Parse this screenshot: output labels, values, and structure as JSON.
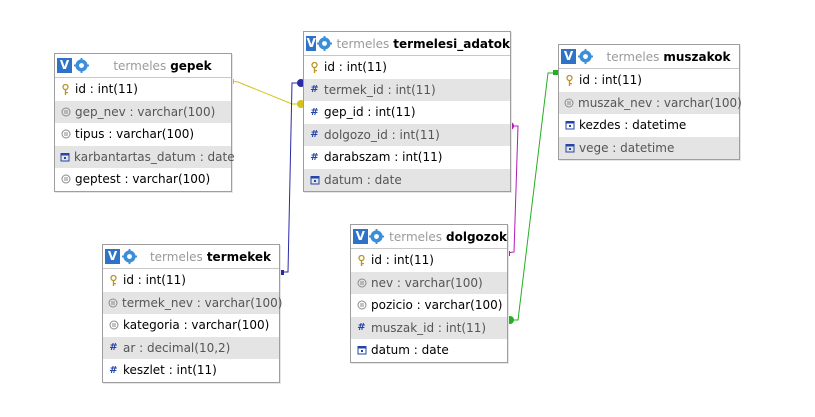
{
  "tables": {
    "gepek": {
      "db": "termeles",
      "name": "gepek",
      "columns": [
        {
          "icon": "primary-key-icon",
          "text": "id : int(11)",
          "alt": false
        },
        {
          "icon": "text-column-icon",
          "text": "gep_nev : varchar(100)",
          "alt": true
        },
        {
          "icon": "text-column-icon",
          "text": "tipus : varchar(100)",
          "alt": false
        },
        {
          "icon": "date-column-icon",
          "text": "karbantartas_datum : date",
          "alt": true
        },
        {
          "icon": "text-column-icon",
          "text": "geptest : varchar(100)",
          "alt": false
        }
      ]
    },
    "termelesi_adatok": {
      "db": "termeles",
      "name": "termelesi_adatok",
      "columns": [
        {
          "icon": "primary-key-icon",
          "text": "id : int(11)",
          "alt": false
        },
        {
          "icon": "numeric-column-icon",
          "text": "termek_id : int(11)",
          "alt": true
        },
        {
          "icon": "numeric-column-icon",
          "text": "gep_id : int(11)",
          "alt": false
        },
        {
          "icon": "numeric-column-icon",
          "text": "dolgozo_id : int(11)",
          "alt": true
        },
        {
          "icon": "numeric-column-icon",
          "text": "darabszam : int(11)",
          "alt": false
        },
        {
          "icon": "date-column-icon",
          "text": "datum : date",
          "alt": true
        }
      ]
    },
    "muszakok": {
      "db": "termeles",
      "name": "muszakok",
      "columns": [
        {
          "icon": "primary-key-icon",
          "text": "id : int(11)",
          "alt": false
        },
        {
          "icon": "text-column-icon",
          "text": "muszak_nev : varchar(100)",
          "alt": true
        },
        {
          "icon": "date-column-icon",
          "text": "kezdes : datetime",
          "alt": false
        },
        {
          "icon": "date-column-icon",
          "text": "vege : datetime",
          "alt": true
        }
      ]
    },
    "dolgozok": {
      "db": "termeles",
      "name": "dolgozok",
      "columns": [
        {
          "icon": "primary-key-icon",
          "text": "id : int(11)",
          "alt": false
        },
        {
          "icon": "text-column-icon",
          "text": "nev : varchar(100)",
          "alt": true
        },
        {
          "icon": "text-column-icon",
          "text": "pozicio : varchar(100)",
          "alt": false
        },
        {
          "icon": "numeric-column-icon",
          "text": "muszak_id : int(11)",
          "alt": true
        },
        {
          "icon": "date-column-icon",
          "text": "datum : date",
          "alt": false
        }
      ]
    },
    "termekek": {
      "db": "termeles",
      "name": "termekek",
      "columns": [
        {
          "icon": "primary-key-icon",
          "text": "id : int(11)",
          "alt": false
        },
        {
          "icon": "text-column-icon",
          "text": "termek_nev : varchar(100)",
          "alt": true
        },
        {
          "icon": "text-column-icon",
          "text": "kategoria : varchar(100)",
          "alt": false
        },
        {
          "icon": "numeric-column-icon",
          "text": "ar : decimal(10,2)",
          "alt": true
        },
        {
          "icon": "numeric-column-icon",
          "text": "keszlet : int(11)",
          "alt": false
        }
      ]
    }
  },
  "relations": [
    {
      "from": "termelesi_adatok.gep_id",
      "to": "gepek.id",
      "color": "#d4c21a"
    },
    {
      "from": "termelesi_adatok.termek_id",
      "to": "termekek.id",
      "color": "#2a2aa6"
    },
    {
      "from": "termelesi_adatok.dolgozo_id",
      "to": "dolgozok.id",
      "color": "#b01ab8"
    },
    {
      "from": "dolgozok.muszak_id",
      "to": "muszakok.id",
      "color": "#22b022"
    }
  ],
  "icons": {
    "header_v": "V"
  }
}
